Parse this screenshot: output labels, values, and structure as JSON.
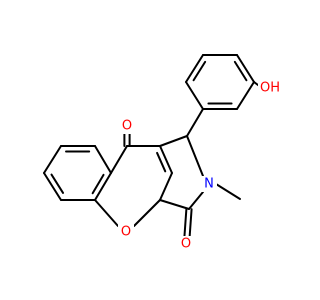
{
  "molecule": {
    "colors": {
      "bond": "#000000",
      "oxygen": "#ff0000",
      "nitrogen": "#0000ff",
      "carbon": "#000000"
    },
    "atoms": {
      "ketone_oxygen": "O",
      "ring_oxygen": "O",
      "lactam_oxygen": "O",
      "hydroxyl": "OH",
      "nitrogen": "N"
    }
  }
}
